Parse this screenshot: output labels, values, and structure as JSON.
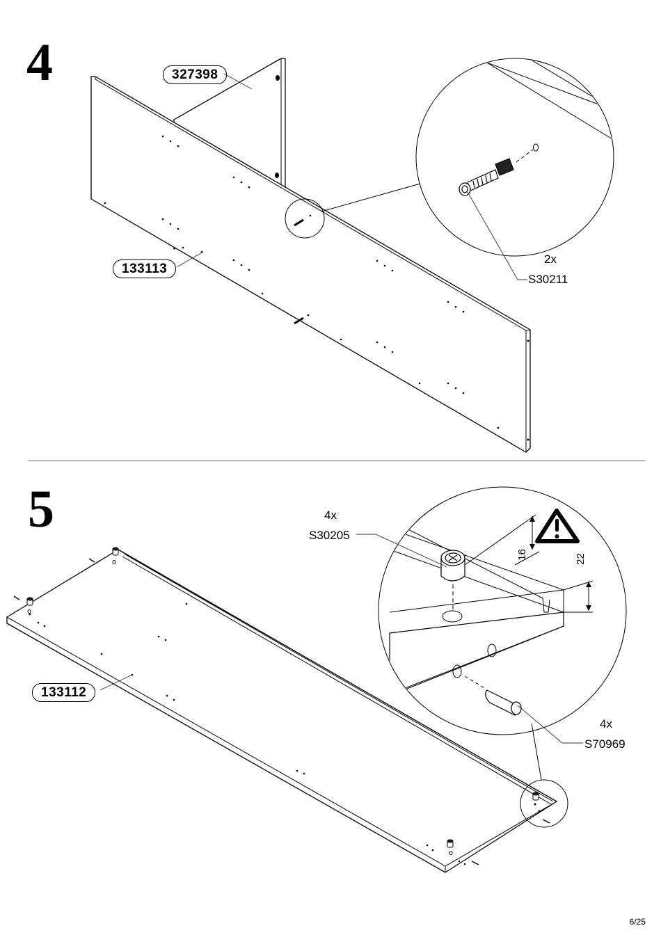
{
  "step4": {
    "number": "4",
    "part_top": "327398",
    "part_front": "133113",
    "hw_qty": "2x",
    "hw_code": "S30211"
  },
  "step5": {
    "number": "5",
    "part_panel": "133112",
    "cam_qty": "4x",
    "cam_code": "S30205",
    "dowel_qty": "4x",
    "dowel_code": "S70969",
    "dim_16": "16",
    "dim_22": "22"
  },
  "page": {
    "number": "6/25"
  }
}
